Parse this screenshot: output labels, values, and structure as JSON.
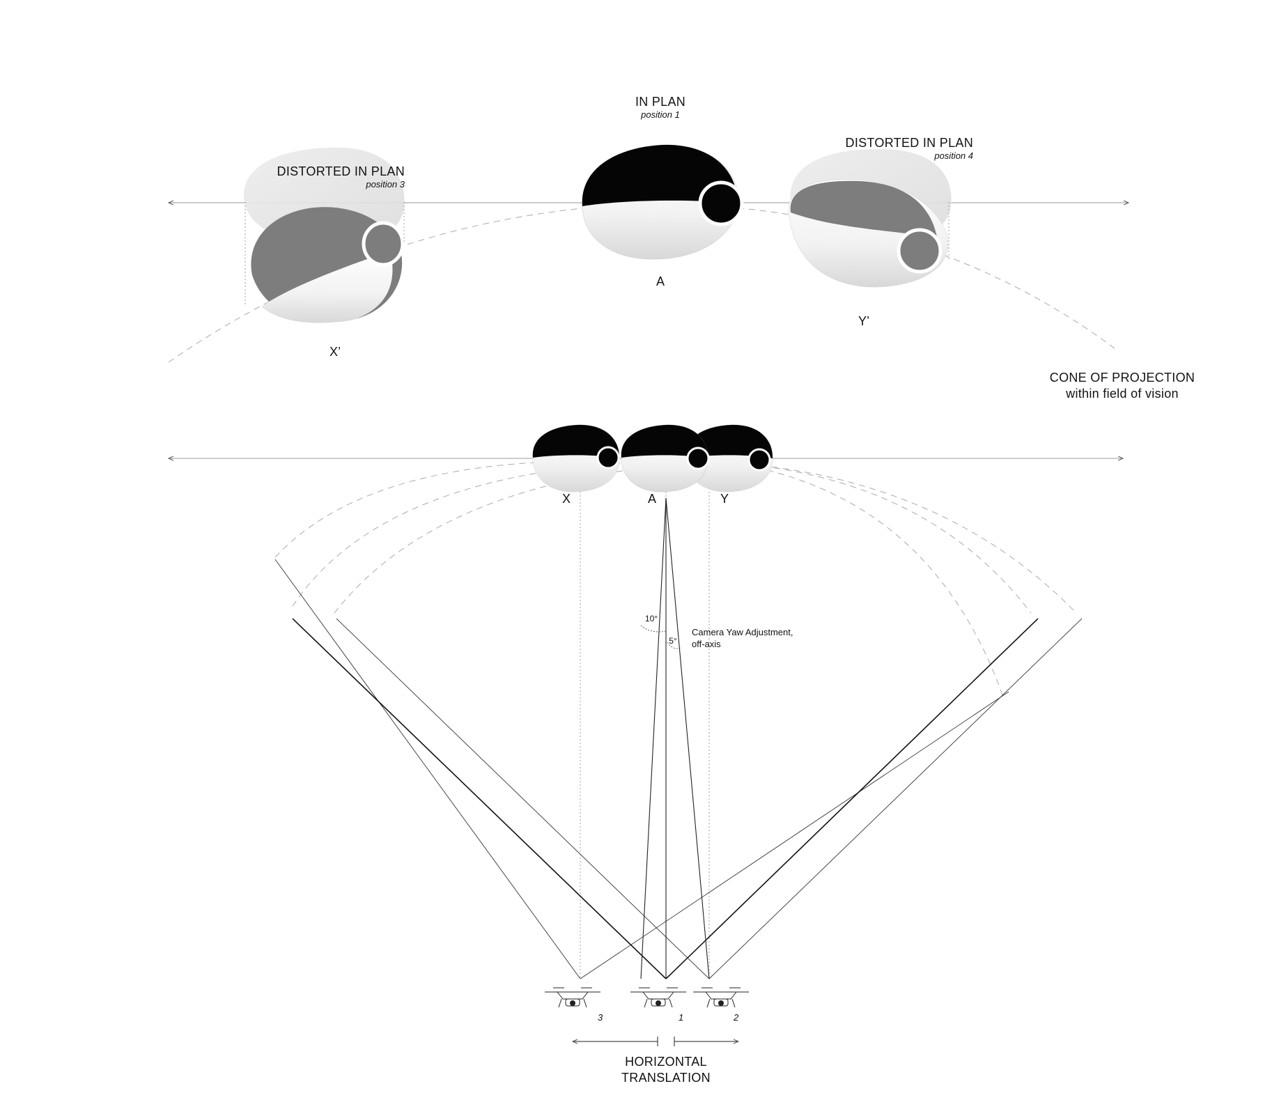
{
  "top": {
    "center": {
      "title": "IN PLAN",
      "subtitle": "position 1",
      "letter": "A"
    },
    "left": {
      "title": "DISTORTED IN PLAN",
      "subtitle": "position 3",
      "letter": "X’"
    },
    "right": {
      "title": "DISTORTED IN PLAN",
      "subtitle": "position 4",
      "letter": "Y’"
    },
    "cone": {
      "line1": "CONE OF PROJECTION",
      "line2": "within field of vision"
    }
  },
  "middle": {
    "labels": [
      "X",
      "A",
      "Y"
    ]
  },
  "angles": {
    "big": "10°",
    "small": "5°",
    "note_line1": "Camera Yaw Adjustment,",
    "note_line2": "off-axis"
  },
  "drones": [
    "3",
    "1",
    "2"
  ],
  "bottom": {
    "line1": "HORIZONTAL",
    "line2": "TRANSLATION"
  },
  "colors": {
    "ink": "#111111",
    "axis": "#9a9a9a",
    "grey_shape": "#7d7d7d",
    "ghost": "#e6e6e6"
  }
}
